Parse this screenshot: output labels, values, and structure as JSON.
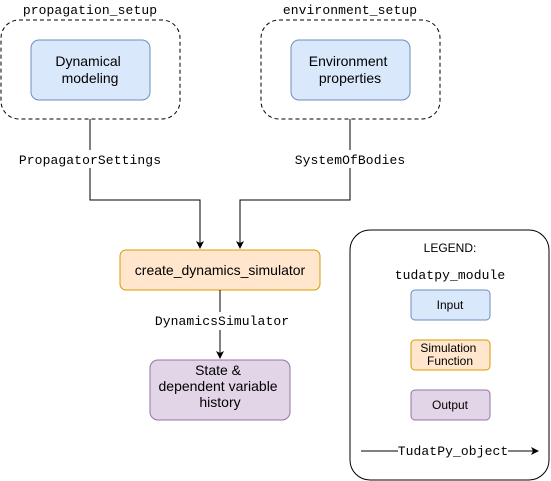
{
  "modules": {
    "propagation": "propagation_setup",
    "environment": "environment_setup"
  },
  "nodes": {
    "dynamical_modeling": [
      "Dynamical",
      "modeling"
    ],
    "environment_properties": [
      "Environment",
      "properties"
    ],
    "simulator": "create_dynamics_simulator",
    "state_history": [
      "State &",
      "dependent variable",
      "history"
    ]
  },
  "edges": {
    "propagator_settings": "PropagatorSettings",
    "system_of_bodies": "SystemOfBodies",
    "dynamics_simulator": "DynamicsSimulator"
  },
  "legend": {
    "title": "LEGEND:",
    "module": "tudatpy_module",
    "input": "Input",
    "simulation_function": [
      "Simulation",
      "Function"
    ],
    "output": "Output",
    "object": "TudatPy_object"
  },
  "colors": {
    "input_fill": "#dae8fc",
    "input_stroke": "#6c8ebf",
    "function_fill": "#ffe6cc",
    "function_stroke": "#d79b00",
    "output_fill": "#e1d5e7",
    "output_stroke": "#9673a6"
  }
}
